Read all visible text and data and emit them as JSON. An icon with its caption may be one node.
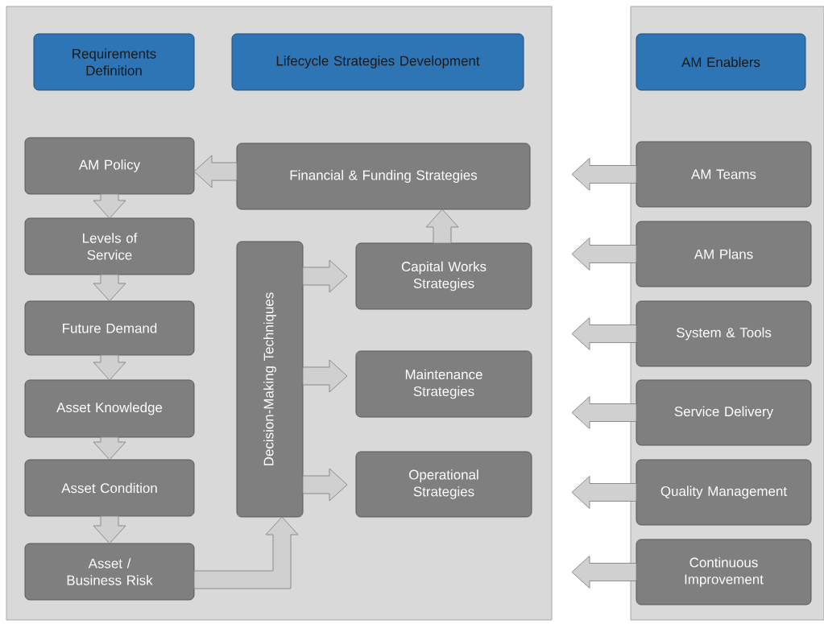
{
  "diagram": {
    "nodes": [
      {
        "text": [],
        "shape": "box"
      },
      {
        "text": [],
        "shape": "box"
      },
      {
        "text": [
          "Requirements Definition"
        ],
        "in": 0
      },
      {
        "text": [
          "Lifecycle Strategies Development"
        ],
        "in": 0
      },
      {
        "text": [
          "AM Enablers"
        ],
        "in": 1
      },
      {
        "text": [
          "AM Policy"
        ],
        "in": 0
      },
      {
        "text": [
          "Financial & Funding Strategies"
        ],
        "in": 0
      },
      {
        "text": [
          "Levels of Service"
        ],
        "in": 0
      },
      {
        "text": [
          "Decision-Making Techniques"
        ],
        "in": 0
      },
      {
        "text": [
          "Capital Works Strategies"
        ],
        "in": 0
      },
      {
        "text": [
          "Future Demand"
        ],
        "in": 0
      },
      {
        "text": [
          "Maintenance Strategies"
        ],
        "in": 0
      },
      {
        "text": [
          "Asset Knowledge"
        ],
        "in": 0
      },
      {
        "text": [
          "Operational Strategies"
        ],
        "in": 0
      },
      {
        "text": [
          "Asset Condition"
        ],
        "in": 0
      },
      {
        "text": [
          "Asset / Business Risk"
        ],
        "in": 0
      },
      {
        "text": [
          "AM Teams"
        ],
        "in": 1
      },
      {
        "text": [
          "AM Plans"
        ],
        "in": 1
      },
      {
        "text": [
          "System & Tools"
        ],
        "in": 1
      },
      {
        "text": [
          "Service Delivery"
        ],
        "in": 1
      },
      {
        "text": [
          "Quality Management"
        ],
        "in": 1
      },
      {
        "text": [
          "Continuous Improvement"
        ],
        "in": 1
      }
    ],
    "edges": [
      {
        "from": 6,
        "to": 5,
        "arrow": "to"
      },
      {
        "from": 5,
        "to": 7,
        "arrow": "to"
      },
      {
        "from": 7,
        "to": 10,
        "arrow": "to"
      },
      {
        "from": 10,
        "to": 12,
        "arrow": "to"
      },
      {
        "from": 12,
        "to": 14,
        "arrow": "to"
      },
      {
        "from": 14,
        "to": 15,
        "arrow": "to"
      },
      {
        "from": 15,
        "to": 8,
        "arrow": "to"
      },
      {
        "from": 8,
        "to": 9,
        "arrow": "to"
      },
      {
        "from": 8,
        "to": 11,
        "arrow": "to"
      },
      {
        "from": 8,
        "to": 13,
        "arrow": "to"
      },
      {
        "from": 9,
        "to": 6,
        "arrow": "to"
      },
      {
        "from": 16,
        "to": null,
        "arrow": "to"
      },
      {
        "from": 17,
        "to": null,
        "arrow": "to"
      },
      {
        "from": 18,
        "to": null,
        "arrow": "to"
      },
      {
        "from": 19,
        "to": null,
        "arrow": "to"
      },
      {
        "from": 20,
        "to": null,
        "arrow": "to"
      },
      {
        "from": 21,
        "to": null,
        "arrow": "to"
      }
    ]
  }
}
